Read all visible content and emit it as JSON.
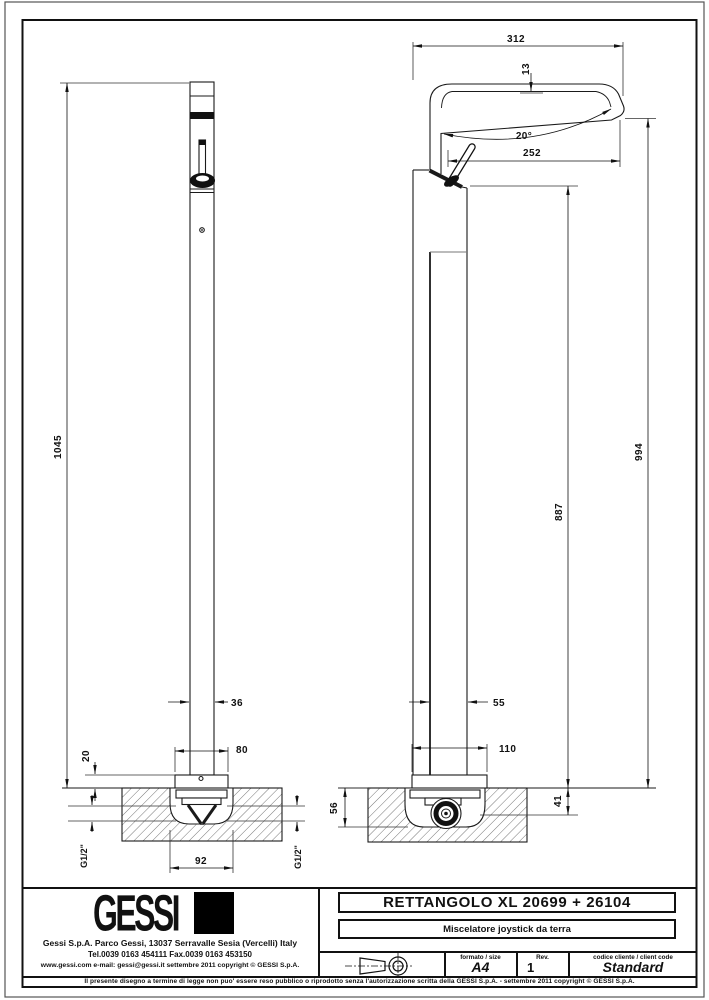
{
  "drawing": {
    "front_view": {
      "dim_overall_height": "1045",
      "dim_column_width": "36",
      "dim_base_plate_width": "80",
      "dim_base_plate_height": "20",
      "dim_recess_width": "92",
      "dim_inlet_left": "G1/2\"",
      "dim_inlet_right": "G1/2\""
    },
    "side_view": {
      "dim_overall_depth": "312",
      "dim_spout_tip_height": "13",
      "dim_spout_angle": "20°",
      "dim_spout_reach": "252",
      "dim_height_to_spout_tip": "994",
      "dim_height_to_body_top": "887",
      "dim_column_depth": "55",
      "dim_base_plate_depth": "110",
      "dim_recess_depth": "56",
      "dim_fitting_depth": "41"
    }
  },
  "title_block": {
    "logo_text": "GESSI",
    "product_title": "RETTANGOLO XL  20699 + 26104",
    "product_subtitle": "Miscelatore joystick da terra",
    "company_address": "Gessi S.p.A. Parco Gessi, 13037 Serravalle Sesia (Vercelli) Italy",
    "company_phone": "Tel.0039 0163 454111 Fax.0039 0163 453150",
    "company_web": "www.gessi.com e-mail: gessi@gessi.it settembre 2011 copyright © GESSI S.p.A.",
    "format_label": "formato / size",
    "format_value": "A4",
    "rev_label": "Rev.",
    "rev_value": "1",
    "client_code_label": "codice cliente / client code",
    "client_code_value": "Standard",
    "disclaimer": "Il presente disegno a termine di legge non puo' essere reso pubblico o riprodotto senza l'autorizzazione scritta della GESSI S.p.A.  -  settembre 2011  copyright © GESSI S.p.A."
  },
  "colors": {
    "line": "#111111",
    "background": "#ffffff"
  }
}
